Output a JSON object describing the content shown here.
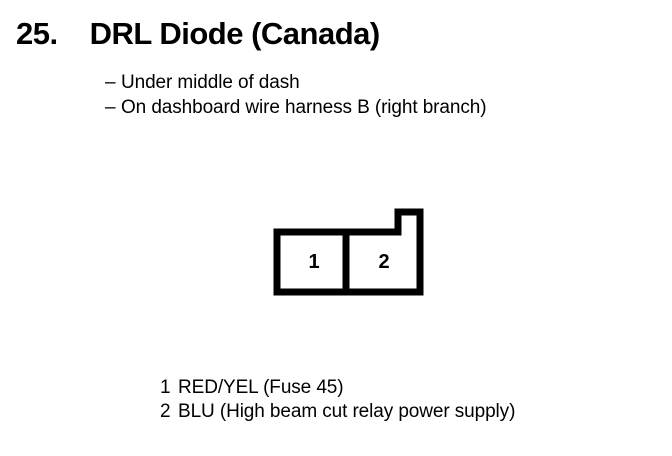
{
  "page": {
    "background_color": "#ffffff",
    "ink_color": "#000000"
  },
  "heading": {
    "number": "25.",
    "title": "DRL Diode (Canada)"
  },
  "notes": {
    "dash": "–",
    "items": [
      "Under middle of dash",
      "On dashboard wire harness B (right branch)"
    ]
  },
  "connector": {
    "name": "2-pin connector outline with polarizing tab on upper right",
    "terminals": [
      {
        "number": "1"
      },
      {
        "number": "2"
      }
    ]
  },
  "legend": {
    "rows": [
      {
        "number": "1",
        "text": "RED/YEL (Fuse 45)"
      },
      {
        "number": "2",
        "text": "BLU (High beam cut relay power supply)"
      }
    ]
  }
}
